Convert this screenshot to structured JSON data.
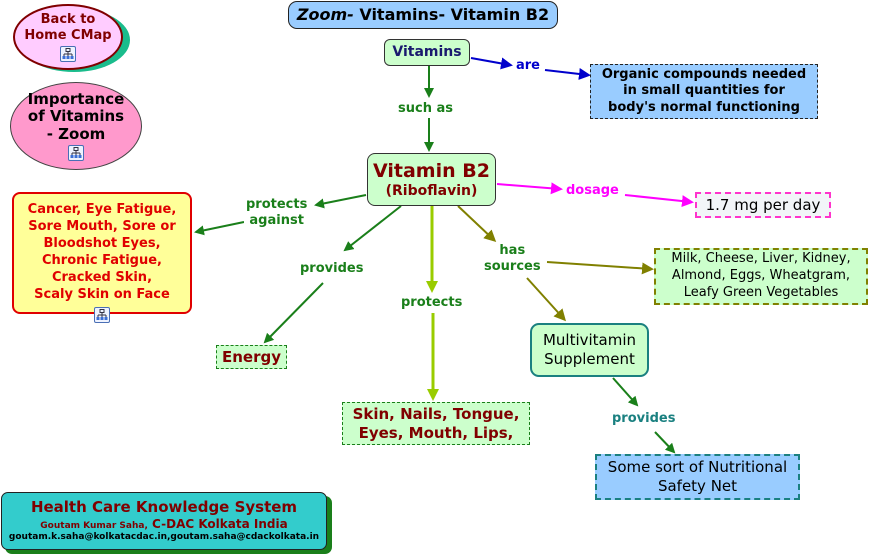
{
  "title": {
    "italic_part": "Zoom-",
    "rest": " Vitamins- Vitamin B2"
  },
  "nav": {
    "back_home": {
      "line1": "Back to",
      "line2": "Home CMap",
      "icon": "concept-map-icon"
    },
    "importance": {
      "line1": "Importance",
      "line2": "of Vitamins",
      "line3": "- Zoom",
      "icon": "concept-map-icon"
    }
  },
  "concepts": {
    "vitamins": "Vitamins",
    "organic": {
      "line1": "Organic compounds needed",
      "line2": "in small quantities for",
      "line3": "body's normal functioning"
    },
    "vitamin_b2": {
      "line1": "Vitamin B2",
      "line2": "(Riboflavin)"
    },
    "dosage_value": "1.7 mg per day",
    "deficiency": {
      "lines": [
        "Cancer, Eye Fatigue,",
        "Sore Mouth, Sore or",
        "Bloodshot Eyes,",
        "Chronic Fatigue,",
        "Cracked Skin,",
        "Scaly Skin on Face"
      ],
      "icon": "concept-map-icon"
    },
    "energy": "Energy",
    "protects_targets": {
      "line1": "Skin, Nails, Tongue,",
      "line2": "Eyes, Mouth, Lips,"
    },
    "sources": {
      "line1": "Milk, Cheese, Liver, Kidney,",
      "line2": "Almond, Eggs, Wheatgram,",
      "line3": "Leafy Green Vegetables"
    },
    "multivitamin": {
      "line1": "Multivitamin",
      "line2": "Supplement"
    },
    "safety_net": {
      "line1": "Some sort of Nutritional",
      "line2": "Safety Net"
    }
  },
  "link_labels": {
    "are": "are",
    "such_as": "such as",
    "dosage": "dosage",
    "protects_against": {
      "line1": "protects",
      "line2": "against"
    },
    "provides_energy": "provides",
    "protects": "protects",
    "has_sources": {
      "line1": "has",
      "line2": "sources"
    },
    "provides_safety": "provides"
  },
  "footer": {
    "title": "Health Care Knowledge System",
    "author_small": "Goutam Kumar Saha,",
    "author_org": " C-DAC Kolkata India",
    "emails": "goutam.k.saha@kolkatacdac.in,goutam.saha@cdackolkata.in"
  },
  "colors": {
    "green_link": "#1a7f1a",
    "lime_link": "#99cc00",
    "olive_link": "#808000",
    "blue_link": "#0000cc",
    "magenta_link": "#ff00ff",
    "teal_text": "#1a8080",
    "maroon_text": "#800000",
    "red_text": "#e00000"
  }
}
